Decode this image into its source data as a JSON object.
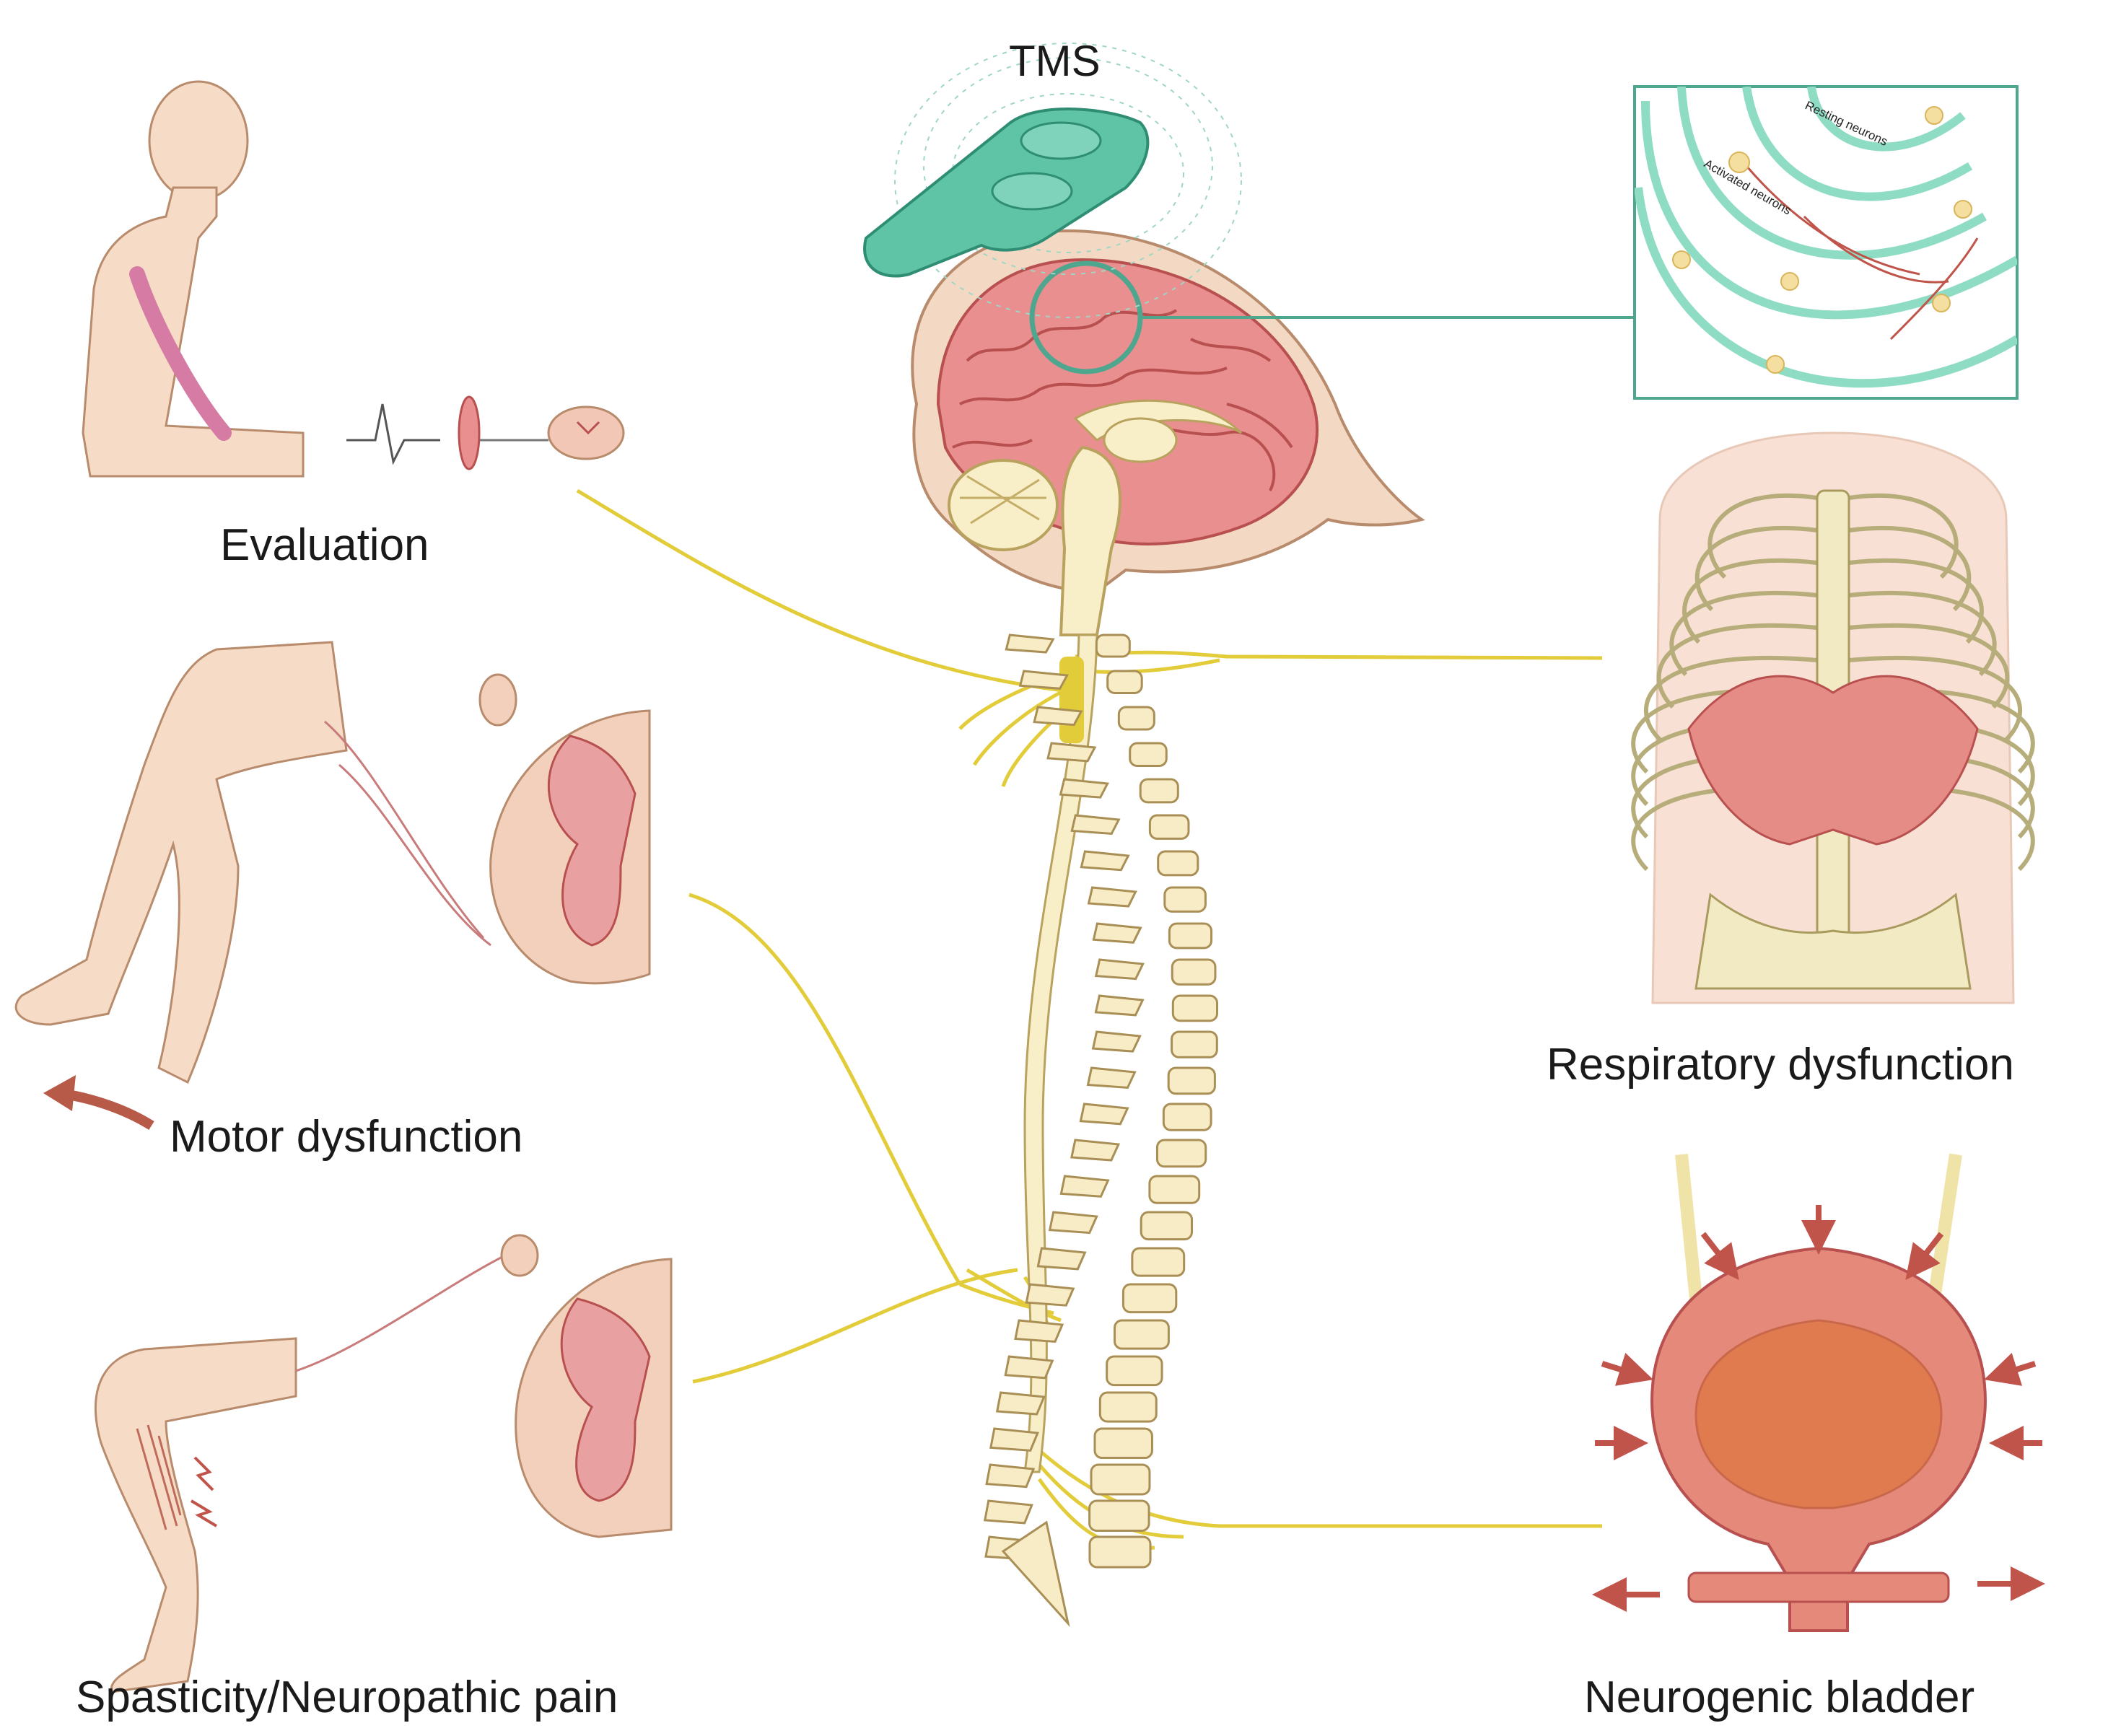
{
  "labels": {
    "tms": "TMS",
    "evaluation": "Evaluation",
    "motor": "Motor dysfunction",
    "spasticity": "Spasticity/Neuropathic pain",
    "respiratory": "Respiratory dysfunction",
    "bladder": "Neurogenic bladder"
  },
  "inset": {
    "resting": "Resting neurons",
    "activated": "Activated neurons"
  },
  "colors": {
    "nerve": "#e3cc3a",
    "coil": "#5fc3a5",
    "brain": "#e98f8f",
    "skin": "#f6dcc7",
    "bone": "#f7ecc6",
    "muscle": "#cf6b5f"
  }
}
